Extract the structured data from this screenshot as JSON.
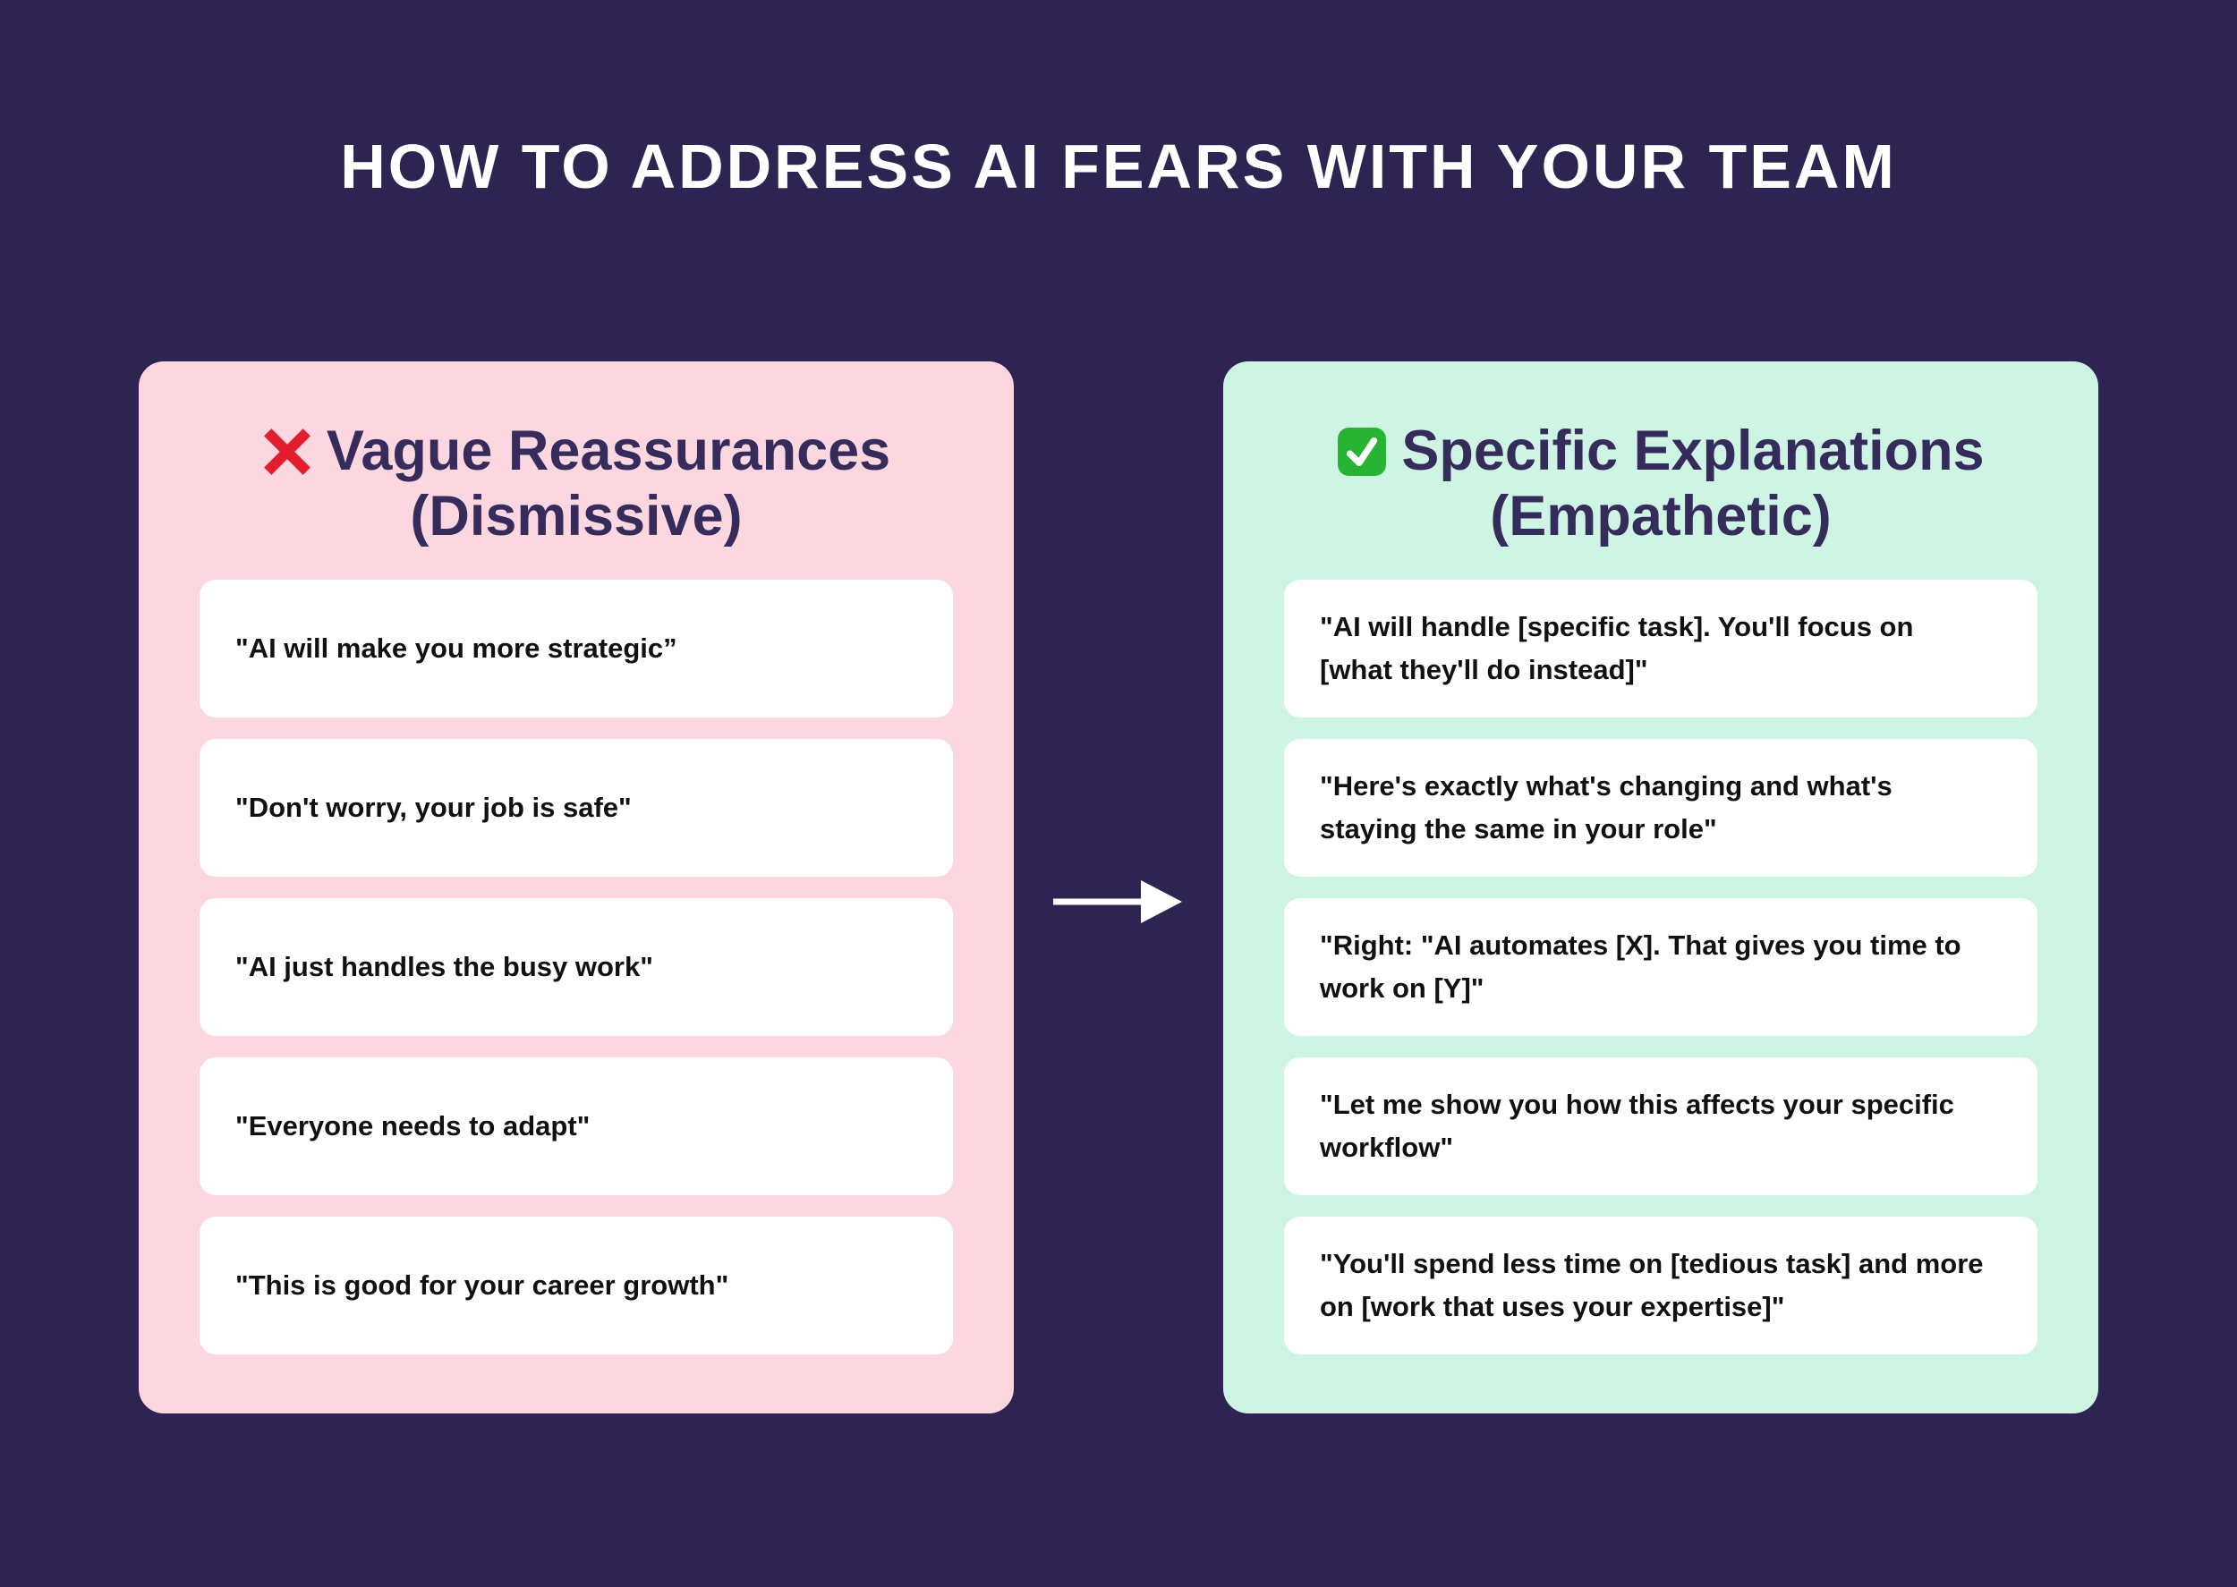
{
  "title": "HOW TO ADDRESS AI FEARS WITH YOUR TEAM",
  "colors": {
    "background": "#2E2452",
    "title_text": "#FFFFFF",
    "panel_pink": "#FDD7E0",
    "panel_mint": "#CEF5E3",
    "card_background": "#FFFFFF",
    "heading_text": "#352C5B",
    "card_text": "#111114",
    "cross_red": "#E11D2E",
    "check_green": "#27B432",
    "arrow_white": "#FFFFFF"
  },
  "arrow": {
    "icon": "right-arrow-icon"
  },
  "panels": {
    "left": {
      "icon": "cross-mark-icon",
      "heading": "Vague Reassurances",
      "subheading": "(Dismissive)",
      "items": [
        "\"AI will make you more strategic”",
        "\"Don't worry, your job is safe\"",
        "\"AI just handles the busy work\"",
        "\"Everyone needs to adapt\"",
        "\"This is good for your career growth\""
      ]
    },
    "right": {
      "icon": "check-mark-icon",
      "heading": "Specific Explanations",
      "subheading": "(Empathetic)",
      "items": [
        "\"AI will handle [specific task]. You'll focus on\n[what they'll do instead]\"",
        "\"Here's exactly what's changing and what's\nstaying the same in your role\"",
        "\"Right: \"AI automates [X]. That gives you time to\nwork on [Y]\"",
        "\"Let me show you how this affects your specific\nworkflow\"",
        "\"You'll spend less time on [tedious task] and more\non [work that uses your expertise]\""
      ]
    }
  }
}
